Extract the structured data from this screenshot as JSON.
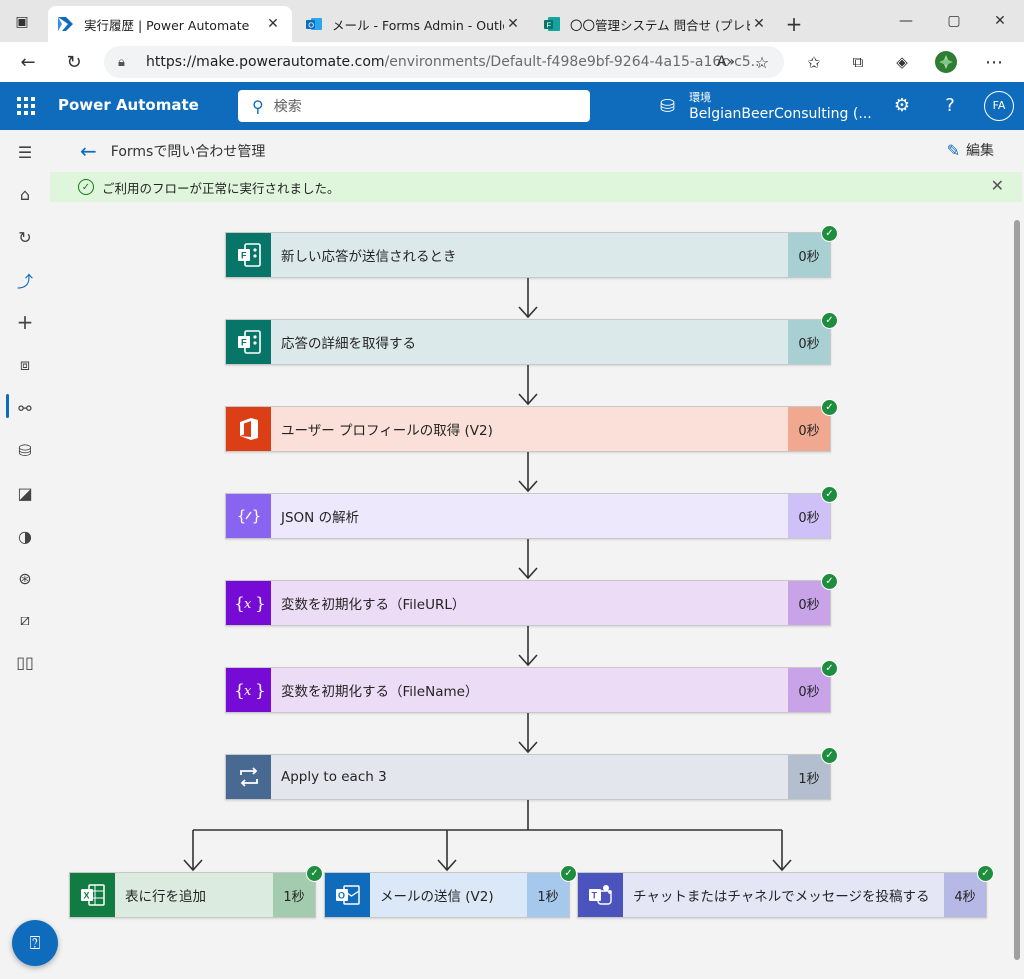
{
  "browser": {
    "tabs": [
      {
        "title": "実行履歴 | Power Automate",
        "icon": "power-automate-icon"
      },
      {
        "title": "メール - Forms Admin - Outlook",
        "icon": "outlook-icon"
      },
      {
        "title": "〇〇管理システム 問合せ (プレビュー)",
        "icon": "forms-icon"
      }
    ],
    "new_tab": "+",
    "url_main": "https://make.powerautomate.com",
    "url_rest": "/environments/Default-f498e9bf-9264-4a15-a16c-c5..."
  },
  "app": {
    "title": "Power Automate",
    "search_placeholder": "検索",
    "env_label": "環境",
    "env_name": "BelgianBeerConsulting (...",
    "avatar": "FA"
  },
  "page": {
    "breadcrumb": "Formsで問い合わせ管理",
    "edit_label": "編集",
    "banner": "ご利用のフローが正常に実行されました。"
  },
  "flow": {
    "steps": [
      {
        "title": "新しい応答が送信されるとき",
        "duration": "0秒",
        "kind": "forms"
      },
      {
        "title": "応答の詳細を取得する",
        "duration": "0秒",
        "kind": "forms"
      },
      {
        "title": "ユーザー プロフィールの取得 (V2)",
        "duration": "0秒",
        "kind": "office"
      },
      {
        "title": "JSON の解析",
        "duration": "0秒",
        "kind": "json"
      },
      {
        "title": "変数を初期化する（FileURL）",
        "duration": "0秒",
        "kind": "variable"
      },
      {
        "title": "変数を初期化する（FileName）",
        "duration": "0秒",
        "kind": "variable"
      },
      {
        "title": "Apply to each 3",
        "duration": "1秒",
        "kind": "loop"
      }
    ],
    "branches": [
      {
        "title": "表に行を追加",
        "duration": "1秒",
        "kind": "excel"
      },
      {
        "title": "メールの送信 (V2)",
        "duration": "1秒",
        "kind": "outlook"
      },
      {
        "title": "チャットまたはチャネルでメッセージを投稿する",
        "duration": "4秒",
        "kind": "teams"
      }
    ]
  },
  "colors": {
    "forms": {
      "icon": "#077568",
      "body": "#dce9ea",
      "dur": "#a8cfd1"
    },
    "office": {
      "icon": "#dc3e15",
      "body": "#fae0d8",
      "dur": "#f0a891"
    },
    "json": {
      "icon": "#8964f0",
      "body": "#ede8fb",
      "dur": "#cfc1f7"
    },
    "variable": {
      "icon": "#770bd6",
      "body": "#ecdcf5",
      "dur": "#c9a3e8"
    },
    "loop": {
      "icon": "#486991",
      "body": "#e3e7ed",
      "dur": "#b3bfce"
    },
    "excel": {
      "icon": "#107c41",
      "body": "#dcebe0",
      "dur": "#a3ccae"
    },
    "outlook": {
      "icon": "#0f6cbd",
      "body": "#dbe8f7",
      "dur": "#a6c8ec"
    },
    "teams": {
      "icon": "#4b53bc",
      "body": "#e4e5f5",
      "dur": "#b6b9e6"
    }
  }
}
